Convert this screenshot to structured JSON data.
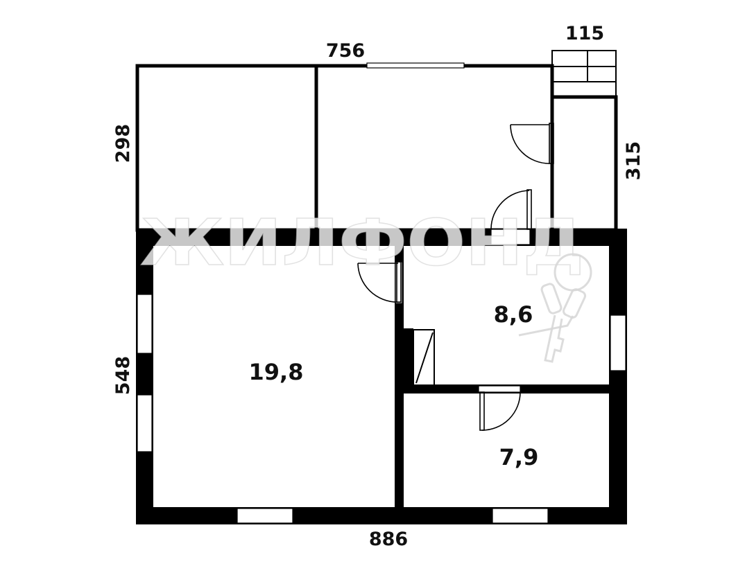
{
  "dimensions": {
    "top_main": "756",
    "top_porch": "115",
    "left_upper": "298",
    "right_upper": "315",
    "left_lower": "548",
    "bottom": "886"
  },
  "rooms": {
    "living": "19,8",
    "room_a": "8,6",
    "room_b": "7,9"
  },
  "watermark": {
    "text": "ЖИЛФОНД"
  }
}
